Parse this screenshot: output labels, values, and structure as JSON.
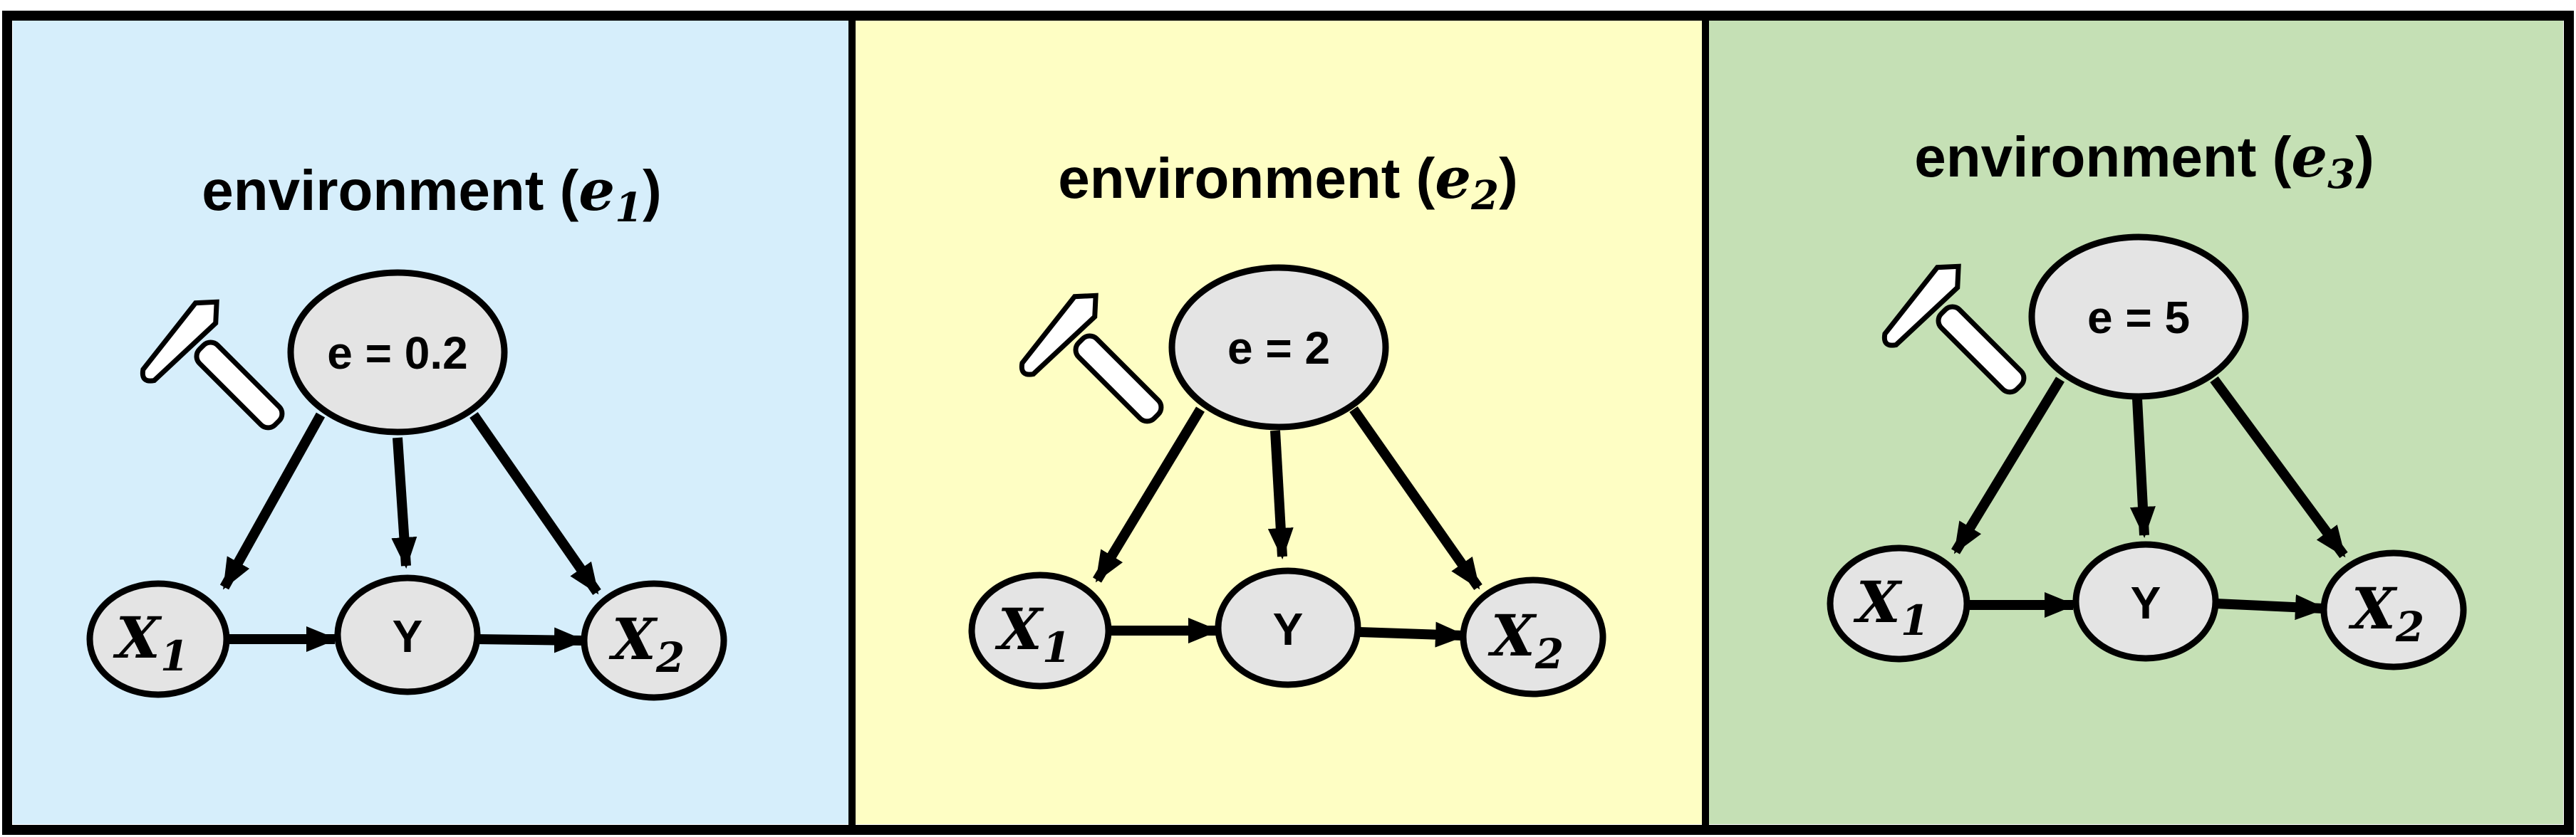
{
  "panels": [
    {
      "background": "#d6eefb",
      "title": {
        "text": "environment (",
        "var": "e",
        "sub": "1",
        "close": ")"
      },
      "env_node": {
        "label": "e = 0.2"
      },
      "nodes": {
        "x1": {
          "var": "X",
          "sub": "1"
        },
        "y": {
          "label": "Y"
        },
        "x2": {
          "var": "X",
          "sub": "2"
        }
      },
      "icon": "hammer-icon"
    },
    {
      "background": "#fefec4",
      "title": {
        "text": "environment (",
        "var": "e",
        "sub": "2",
        "close": ")"
      },
      "env_node": {
        "label": "e = 2"
      },
      "nodes": {
        "x1": {
          "var": "X",
          "sub": "1"
        },
        "y": {
          "label": "Y"
        },
        "x2": {
          "var": "X",
          "sub": "2"
        }
      },
      "icon": "hammer-icon"
    },
    {
      "background": "#c5e0b5",
      "title": {
        "text": "environment (",
        "var": "e",
        "sub": "3",
        "close": ")"
      },
      "env_node": {
        "label": "e = 5"
      },
      "nodes": {
        "x1": {
          "var": "X",
          "sub": "1"
        },
        "y": {
          "label": "Y"
        },
        "x2": {
          "var": "X",
          "sub": "2"
        }
      },
      "icon": "hammer-icon"
    }
  ],
  "colors": {
    "border": "#000000",
    "node_fill": "#e4e4e4",
    "edge": "#000000"
  }
}
